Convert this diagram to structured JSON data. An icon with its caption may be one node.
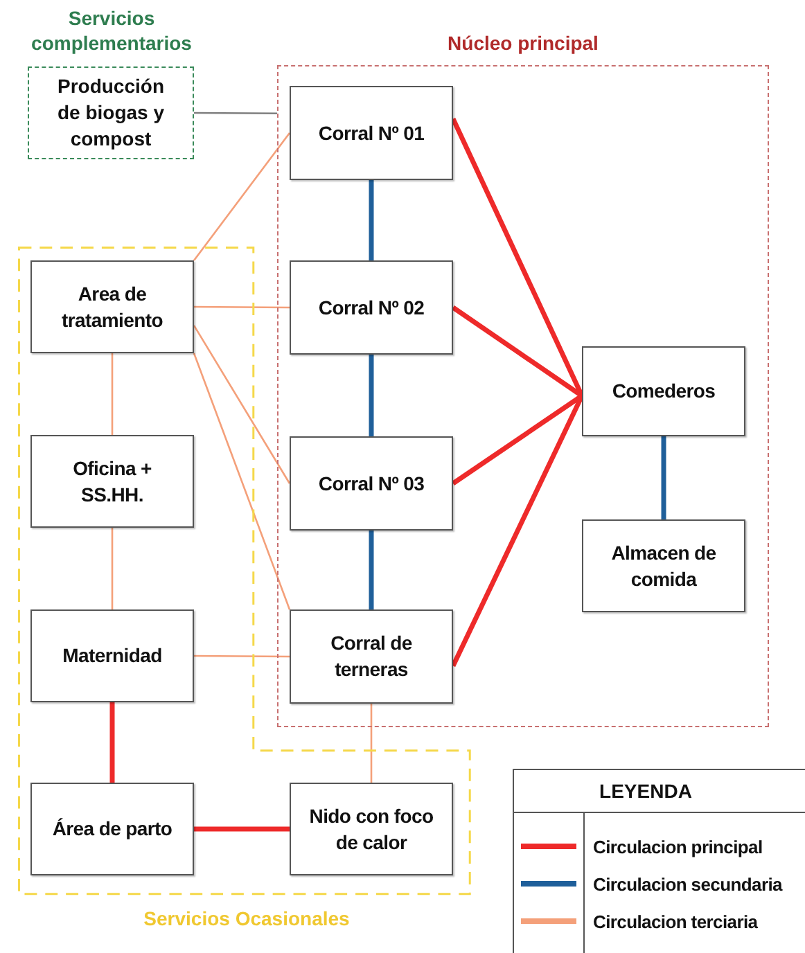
{
  "diagram": {
    "nodes": [
      {
        "text": [
          "Servicios complementarios",
          "Producción de biogas y compost"
        ]
      },
      {
        "text": [
          "Núcleo principal"
        ]
      },
      {
        "text": [
          "Corral Nº 01"
        ],
        "in": 1
      },
      {
        "text": [
          "Corral Nº 02"
        ],
        "in": 1
      },
      {
        "text": [
          "Corral Nº 03"
        ],
        "in": 1
      },
      {
        "text": [
          "Corral de terneras"
        ],
        "in": 1
      },
      {
        "text": [
          "Comederos"
        ],
        "in": 1
      },
      {
        "text": [
          "Almacen de comida"
        ],
        "in": 1
      },
      {
        "text": [
          "Servicios Ocasionales"
        ]
      },
      {
        "text": [
          "Area de tratamiento"
        ],
        "in": 8
      },
      {
        "text": [
          "Oficina + SS.HH."
        ],
        "in": 8
      },
      {
        "text": [
          "Maternidad"
        ],
        "in": 8
      },
      {
        "text": [
          "Área de parto"
        ],
        "in": 8
      },
      {
        "text": [
          "Nido con foco de calor"
        ],
        "in": 8
      }
    ],
    "edges": [
      {
        "from": 0,
        "to": 1,
        "arrow": "none",
        "color": "#7f7f7f"
      },
      {
        "from": 2,
        "to": 3,
        "arrow": "none",
        "color": "#1f5f9a"
      },
      {
        "from": 3,
        "to": 4,
        "arrow": "none",
        "color": "#1f5f9a"
      },
      {
        "from": 4,
        "to": 5,
        "arrow": "none",
        "color": "#1f5f9a"
      },
      {
        "from": 2,
        "to": 6,
        "arrow": "none",
        "color": "#ee2a2a"
      },
      {
        "from": 3,
        "to": 6,
        "arrow": "none",
        "color": "#ee2a2a"
      },
      {
        "from": 4,
        "to": 6,
        "arrow": "none",
        "color": "#ee2a2a"
      },
      {
        "from": 5,
        "to": 6,
        "arrow": "none",
        "color": "#ee2a2a"
      },
      {
        "from": 6,
        "to": 7,
        "arrow": "none",
        "color": "#1f5f9a"
      },
      {
        "from": 9,
        "to": 2,
        "arrow": "none"
      },
      {
        "from": 9,
        "to": 3,
        "arrow": "none"
      },
      {
        "from": 9,
        "to": 4,
        "arrow": "none"
      },
      {
        "from": 9,
        "to": 5,
        "arrow": "none"
      },
      {
        "from": 9,
        "to": 10,
        "arrow": "none"
      },
      {
        "from": 10,
        "to": 11,
        "arrow": "none"
      },
      {
        "from": 11,
        "to": 5,
        "arrow": "none"
      },
      {
        "from": 11,
        "to": 12,
        "arrow": "none",
        "color": "#ee2a2a"
      },
      {
        "from": 12,
        "to": 13,
        "arrow": "none",
        "color": "#ee2a2a"
      },
      {
        "from": 5,
        "to": 13,
        "arrow": "none"
      }
    ],
    "labels": [
      "LEYENDA"
    ],
    "legend": [
      {
        "text": "Circulacion principal"
      },
      {
        "text": "Circulacion secundaria"
      },
      {
        "text": "Circulacion terciaria"
      }
    ]
  }
}
